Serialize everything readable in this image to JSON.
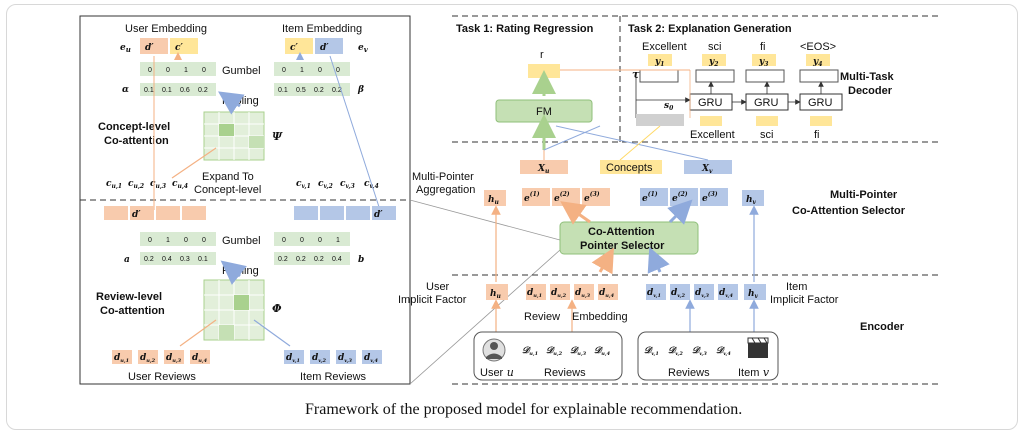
{
  "caption": "Framework of the proposed model for explainable recommendation.",
  "left_panel": {
    "user_embedding_title": "User Embedding",
    "item_embedding_title": "Item Embedding",
    "e_u": "e",
    "e_u_sub": "u",
    "e_v": "e",
    "e_v_sub": "v",
    "d_u_prime": "d′",
    "c_u_prime": "c′",
    "c_v_prime": "c′",
    "d_v_prime": "d′",
    "gumbel_label": "Gumbel",
    "pooling_label": "Pooling",
    "alpha": "α",
    "beta": "β",
    "psi": "Ψ",
    "phi": "Φ",
    "a": "a",
    "b": "b",
    "gumbel_top_user": [
      "0",
      "0",
      "1",
      "0"
    ],
    "gumbel_top_item": [
      "0",
      "1",
      "0",
      "0"
    ],
    "alpha_values": [
      "0.1",
      "0.1",
      "0.6",
      "0.2"
    ],
    "beta_values": [
      "0.1",
      "0.5",
      "0.2",
      "0.2"
    ],
    "concept_coattn": "Concept-level\nCo-attention",
    "concept_coattn_l1": "Concept-level",
    "concept_coattn_l2": "Co-attention",
    "expand_l1": "Expand To",
    "expand_l2": "Concept-level",
    "c_u_items": [
      "c",
      "c",
      "c",
      "c"
    ],
    "c_u_subs": [
      "u,1",
      "u,2",
      "u,3",
      "u,4"
    ],
    "c_v_subs": [
      "v,1",
      "v,2",
      "v,3",
      "v,4"
    ],
    "gumbel_bot_user": [
      "0",
      "1",
      "0",
      "0"
    ],
    "gumbel_bot_item": [
      "0",
      "0",
      "0",
      "1"
    ],
    "a_values": [
      "0.2",
      "0.4",
      "0.3",
      "0.1"
    ],
    "b_values": [
      "0.2",
      "0.2",
      "0.2",
      "0.4"
    ],
    "review_coattn_l1": "Review-level",
    "review_coattn_l2": "Co-attention",
    "d_u_subs": [
      "u,1",
      "u,2",
      "u,3",
      "u,4"
    ],
    "d_v_subs": [
      "v,1",
      "v,2",
      "v,3",
      "v,4"
    ],
    "user_reviews": "User Reviews",
    "item_reviews": "Item Reviews"
  },
  "right_panel": {
    "task1": "Task 1: Rating Regression",
    "task2": "Task 2: Explanation Generation",
    "r": "r",
    "fm": "FM",
    "tokens_top": [
      "Excellent",
      "sci",
      "fi",
      "<EOS>"
    ],
    "y_labels": [
      "y",
      "y",
      "y",
      "y"
    ],
    "y_subs": [
      "1",
      "2",
      "3",
      "4"
    ],
    "tau": "τ",
    "s0": "s",
    "s0_sub": "0",
    "gru": "GRU",
    "tokens_bottom": [
      "Excellent",
      "sci",
      "fi"
    ],
    "multitask_l1": "Multi-Task",
    "multitask_l2": "Decoder",
    "concepts": "Concepts",
    "X_u": "X",
    "X_u_sub": "u",
    "X_v": "X",
    "X_v_sub": "v",
    "mp_agg_l1": "Multi-Pointer",
    "mp_agg_l2": "Aggregation",
    "h_u": "h",
    "h_v": "h",
    "e_u_agg_sups": [
      "(1)",
      "(2)",
      "(3)"
    ],
    "e_v_agg_sups": [
      "(1)",
      "(2)",
      "(3)"
    ],
    "mp_selector_l1": "Multi-Pointer",
    "mp_selector_l2": "Co-Attention Selector",
    "coattn_l1": "Co-Attention",
    "coattn_l2": "Pointer Selector",
    "user_implicit_l1": "User",
    "user_implicit_l2": "Implicit Factor",
    "item_implicit_l1": "Item",
    "item_implicit_l2": "Implicit Factor",
    "review_label": "Review",
    "embedding_label": "Embedding",
    "encoder": "Encoder",
    "user_u": "User",
    "reviews": "Reviews",
    "item_v": "Item",
    "D_glyph": "𝒟"
  }
}
